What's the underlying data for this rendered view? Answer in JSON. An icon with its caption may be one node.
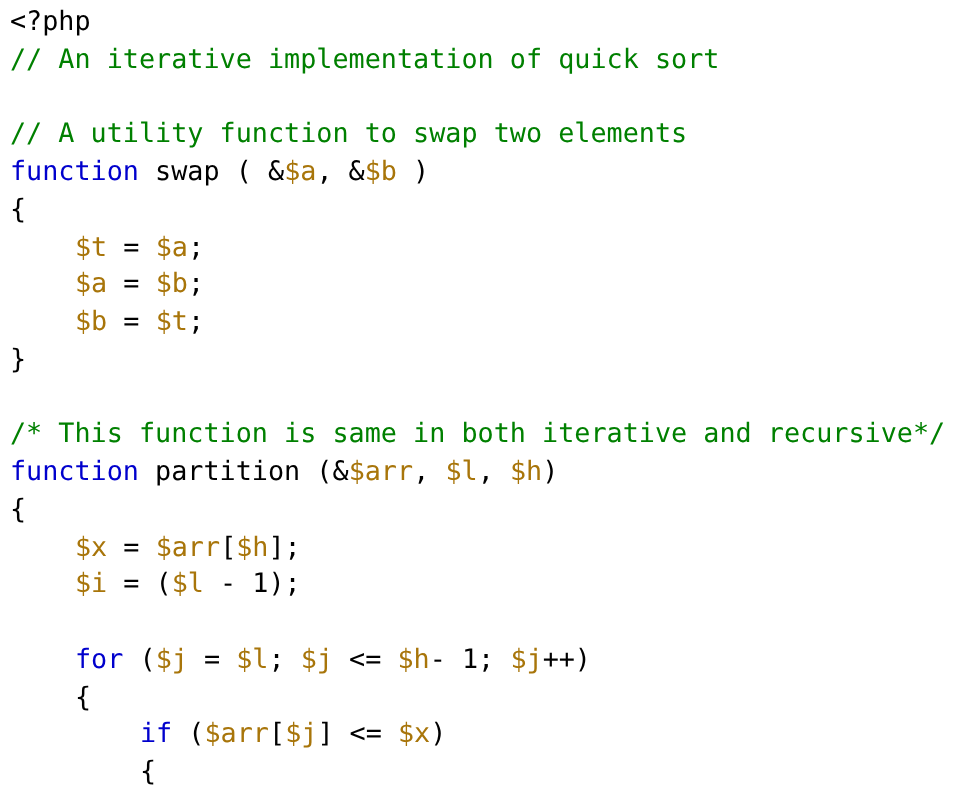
{
  "diagram": {
    "labels": [
      "<?php",
      "// An iterative implementation of quick sort",
      "// A utility function to swap two elements",
      "function swap ( &$a, &$b )",
      "{",
      "$t = $a;",
      "$a = $b;",
      "$b = $t;",
      "}",
      "/* This function is same in both iterative and recursive*/",
      "function partition (&$arr, $l, $h)",
      "{",
      "$x = $arr[$h];",
      "$i = ($l - 1);",
      "for ($j = $l; $j <= $h- 1; $j++)",
      "{",
      "if ($arr[$j] <= $x)",
      "{"
    ]
  }
}
